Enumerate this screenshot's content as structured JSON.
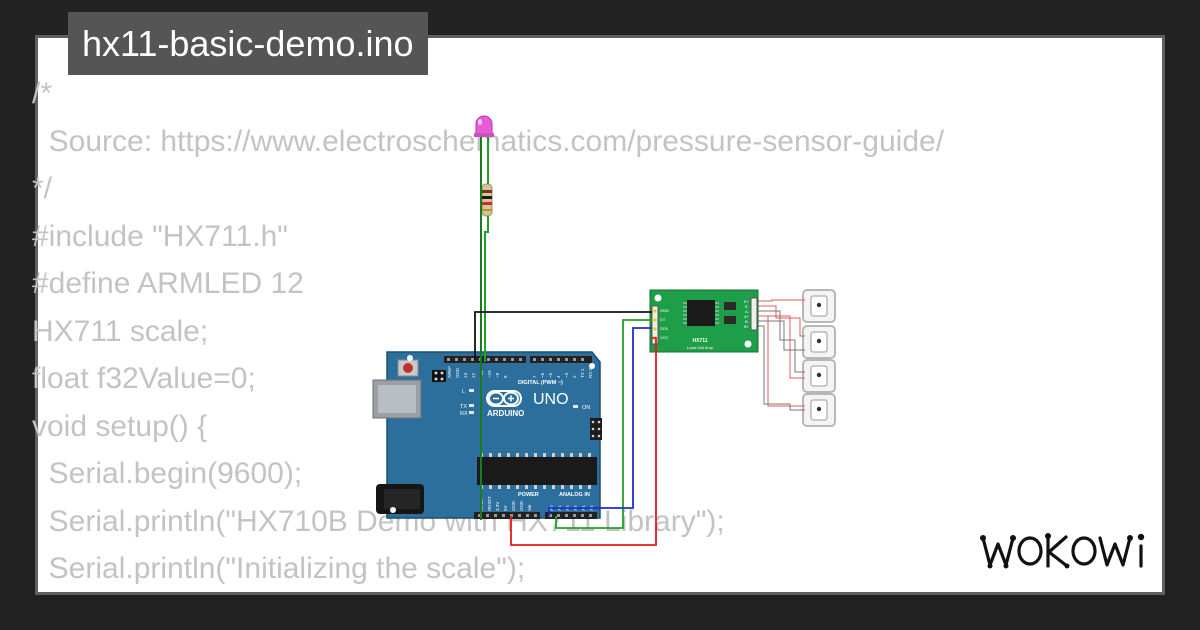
{
  "title": "hx11-basic-demo.ino",
  "code_lines": [
    "/*",
    "  Source: https://www.electroschematics.com/pressure-sensor-guide/",
    "*/",
    "#include \"HX711.h\"",
    "#define ARMLED 12",
    "HX711 scale;",
    "float f32Value=0;",
    "void setup() {",
    "  Serial.begin(9600);",
    "  Serial.println(\"HX710B Demo with HX711 Library\");",
    "  Serial.println(\"Initializing the scale\");"
  ],
  "board": {
    "brand": "ARDUINO",
    "model": "UNO",
    "on_label": "ON",
    "digital_label": "DIGITAL (PWM ~)",
    "power_label": "POWER",
    "analog_label": "ANALOG IN",
    "aref": "AREF",
    "gnd": "GND",
    "pins_top": [
      "13",
      "12",
      "~11",
      "~10",
      "~9",
      "8",
      "7",
      "~6",
      "~5",
      "4",
      "~3",
      "2",
      "TX 1",
      "RX 0"
    ],
    "pins_power": [
      "IOREF",
      "RESET",
      "3.3V",
      "5V",
      "GND",
      "GND",
      "Vin"
    ],
    "pins_analog": [
      "A0",
      "A1",
      "A2",
      "A3",
      "A4",
      "A5"
    ],
    "l_label": "L",
    "tx_label": "TX",
    "rx_label": "RX"
  },
  "hx711": {
    "name": "HX711",
    "subtitle": "Load Cell Amp",
    "pins_left": [
      "GND",
      "DT",
      "SCK",
      "VCC"
    ],
    "pins_right": [
      "E+",
      "E-",
      "A-",
      "A+",
      "B-",
      "B+"
    ]
  },
  "watermark": "WOKWI",
  "colors": {
    "background": "#222222",
    "card": "#ffffff",
    "code_text": "#c3c3c3",
    "title_bg": "#555555",
    "board_blue": "#2c6e9c",
    "hx_green": "#1e9e49",
    "wire_green": "#22a12a",
    "wire_red": "#e01c1c",
    "wire_blue": "#1a2fd8"
  }
}
